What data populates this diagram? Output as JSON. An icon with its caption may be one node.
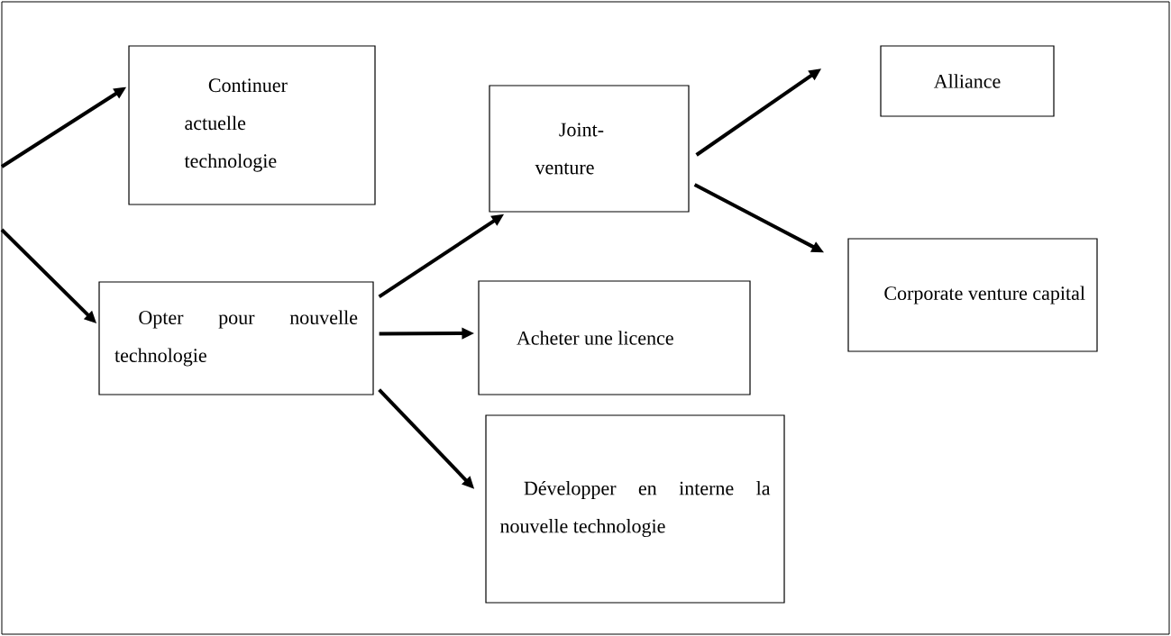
{
  "diagram": {
    "nodes": [
      {
        "text": [
          "Continuer actuelle technologie"
        ]
      },
      {
        "text": [
          "Opter pour nouvelle technologie"
        ]
      },
      {
        "text": [
          "Joint-venture"
        ]
      },
      {
        "text": [
          "Acheter une licence"
        ]
      },
      {
        "text": [
          "Développer en interne la nouvelle technologie"
        ]
      },
      {
        "text": [
          "Alliance"
        ]
      },
      {
        "text": [
          "Corporate venture capital"
        ]
      }
    ],
    "edges": [
      {
        "from": null,
        "to": 0,
        "arrow": "to"
      },
      {
        "from": null,
        "to": 1,
        "arrow": "to"
      },
      {
        "from": 1,
        "to": 2,
        "arrow": "to"
      },
      {
        "from": 1,
        "to": 3,
        "arrow": "to"
      },
      {
        "from": 1,
        "to": 4,
        "arrow": "to"
      },
      {
        "from": 2,
        "to": 5,
        "arrow": "to"
      },
      {
        "from": 2,
        "to": 6,
        "arrow": "to"
      }
    ]
  }
}
